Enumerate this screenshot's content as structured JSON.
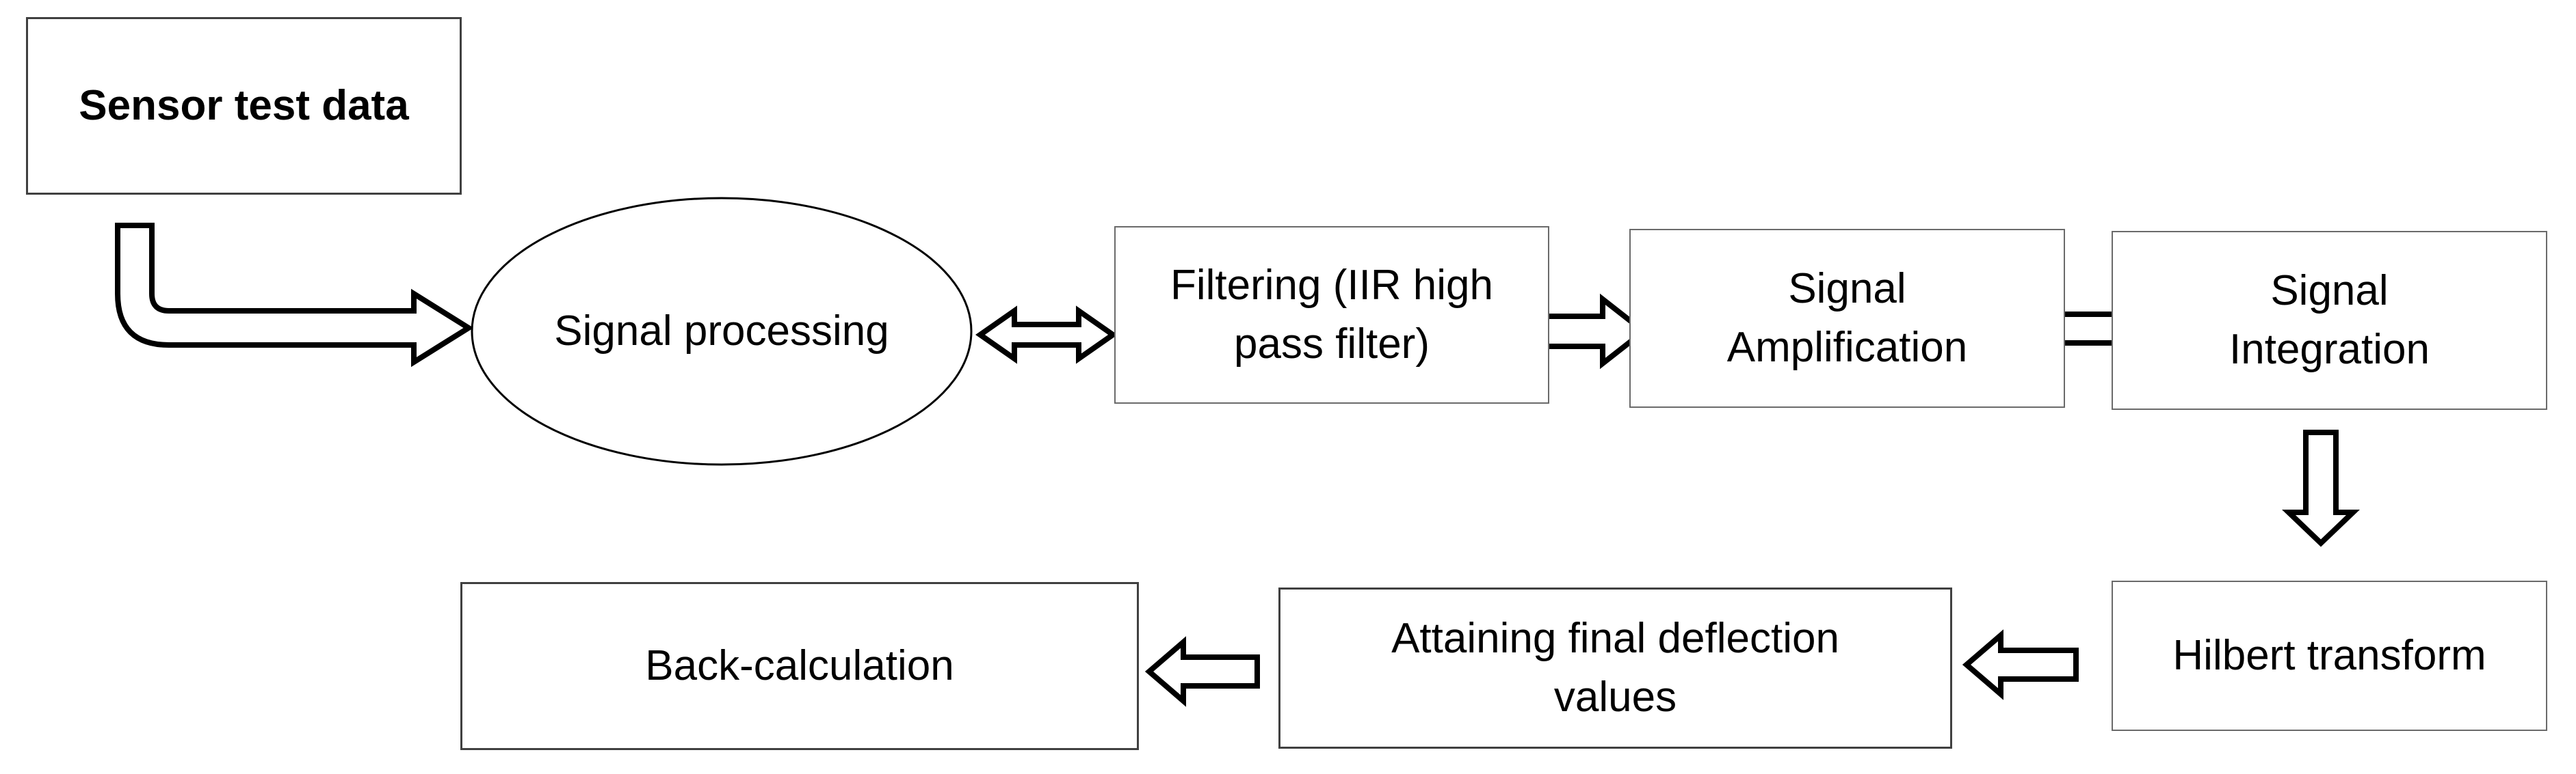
{
  "nodes": {
    "sensor": "Sensor test data",
    "signal_processing": "Signal processing",
    "filtering": "Filtering (IIR high pass filter)",
    "amplification": "Signal Amplification",
    "integration": "Signal Integration",
    "hilbert": "Hilbert transform",
    "final_values": "Attaining final deflection values",
    "back_calc": "Back-calculation"
  },
  "edges": [
    {
      "from": "sensor",
      "to": "signal_processing",
      "style": "bent hollow arrow"
    },
    {
      "from": "signal_processing",
      "to": "filtering",
      "style": "double-headed hollow arrow"
    },
    {
      "from": "filtering",
      "to": "amplification",
      "style": "hollow arrow"
    },
    {
      "from": "amplification",
      "to": "integration",
      "style": "hollow arrow"
    },
    {
      "from": "integration",
      "to": "hilbert",
      "style": "hollow arrow"
    },
    {
      "from": "hilbert",
      "to": "final_values",
      "style": "hollow arrow"
    },
    {
      "from": "final_values",
      "to": "back_calc",
      "style": "hollow arrow"
    }
  ],
  "colors": {
    "stroke": "#000000",
    "box_border": "#404040",
    "fill": "#ffffff"
  }
}
